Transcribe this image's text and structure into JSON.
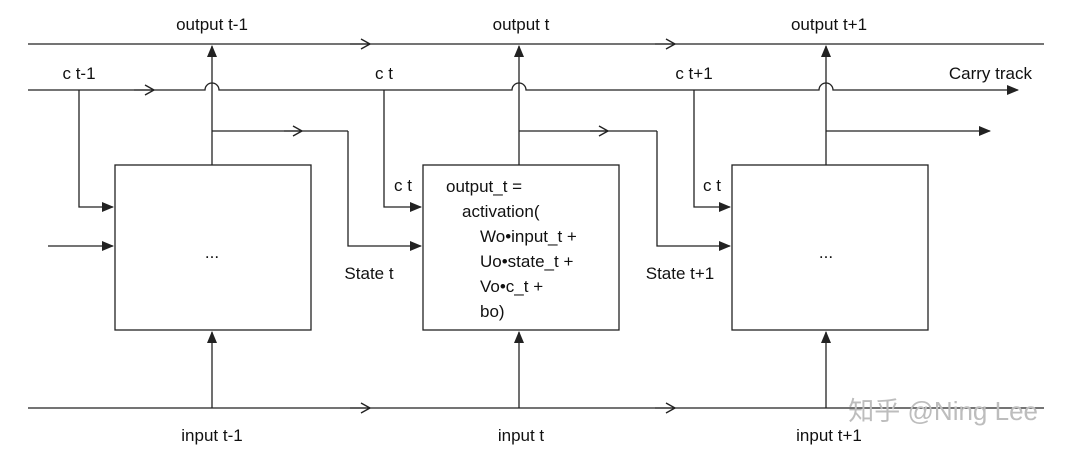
{
  "labels": {
    "output_prev": "output t-1",
    "output_cur": "output t",
    "output_next": "output t+1",
    "carry_prev": "c t-1",
    "carry_cur": "c t",
    "carry_next": "c t+1",
    "carry_track": "Carry track",
    "ct_in_middle": "c t",
    "ct_in_right": "c t",
    "state_cur": "State t",
    "state_next": "State t+1",
    "input_prev": "input t-1",
    "input_cur": "input t",
    "input_next": "input t+1"
  },
  "cells": {
    "left": "...",
    "middle": [
      "output_t =",
      "activation(",
      "Wo•input_t +",
      "Uo•state_t +",
      "Vo•c_t +",
      "bo)"
    ],
    "right": "..."
  },
  "watermark": "知乎 @Ning Lee",
  "colors": {
    "line": "#222222",
    "text": "#111111",
    "watermark": "#bdbdbd"
  }
}
